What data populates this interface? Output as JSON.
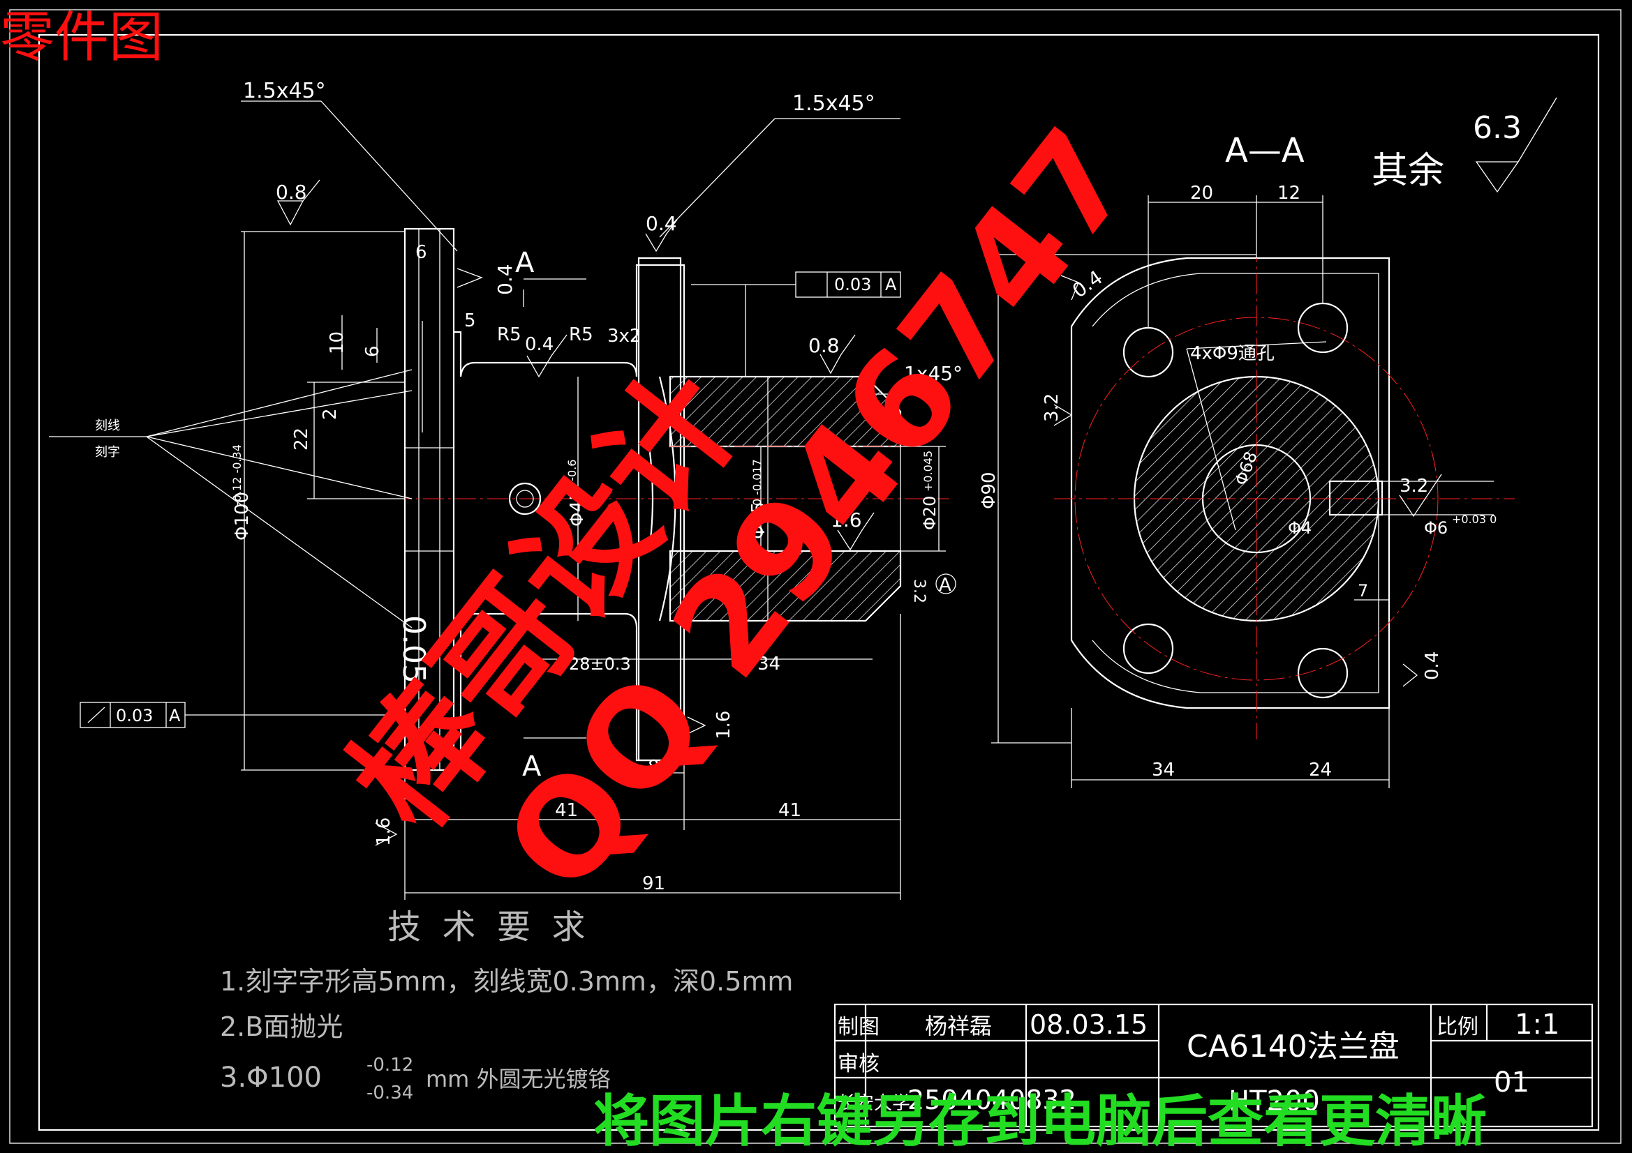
{
  "header": {
    "title": "零件图"
  },
  "colors": {
    "background": "#000000",
    "line": "#ffffff",
    "center_line": "#ff2020",
    "watermark": "#ff1010",
    "notice": "#22dd22"
  },
  "left_view": {
    "chamfer_top": "1.5x45°",
    "roughness_left": "0.8",
    "dim_6_top": "6",
    "roughness_0_4": "0.4",
    "section_mark": "A",
    "dim_5": "5",
    "radius_left": "R5",
    "roughness_mid": "0.4",
    "radius_right": "R5",
    "groove": "3x2",
    "dim_10": "10",
    "dim_6": "6",
    "dim_22": "22",
    "dim_2": "2",
    "engrave_line": "刻线",
    "engrave_text": "刻字",
    "dia_100": "Φ100",
    "dia_100_tol": "-0.12 -0.34",
    "engraved_number": "0.05",
    "runout_left": "0.03",
    "runout_datum": "A",
    "roughness_bottom": "1.6",
    "section_mark_bottom": "A"
  },
  "mid_view": {
    "chamfer": "1.5x45°",
    "roughness_top": "0.4",
    "runout": "0.03",
    "runout_datum": "A",
    "roughness_0_8": "0.8",
    "chamfer_1": "1x45°",
    "dia_45": "Φ45",
    "dia_45_tol": "0 -0.6",
    "dia_45_inner": "Φ45",
    "dia_45_inner_tol": "0 -0.017",
    "roughness_1_6": "1.6",
    "dia_20": "Φ20",
    "dia_20_tol": "+0.045",
    "dia_90": "Φ90",
    "roughness_3_2_side": "3.2",
    "datum_a": "A",
    "dim_28": "28±0.3",
    "dim_34": "34",
    "roughness_1_6_bottom": "1.6",
    "dim_8": "8",
    "dim_41_left": "41",
    "dim_41_right": "41",
    "dim_91": "91"
  },
  "right_view": {
    "section_label": "A—A",
    "rest_label": "其余",
    "rest_roughness": "6.3",
    "dim_20": "20",
    "dim_12": "12",
    "roughness_0_4": "0.4",
    "holes": "4xΦ9通孔",
    "roughness_3_2": "3.2",
    "dia_68": "Φ68",
    "dia_4": "Φ4",
    "roughness_3_2_right": "3.2",
    "dia_6": "Φ6",
    "dia_6_tol": "+0.03 0",
    "dim_7": "7",
    "roughness_0_4_right": "0.4",
    "dim_34": "34",
    "dim_24": "24"
  },
  "requirements": {
    "title": "技  术  要  求",
    "item1": "1.刻字字形高5mm，刻线宽0.3mm，深0.5mm",
    "item2": "2.B面抛光",
    "item3_pre": "3.Φ100",
    "item3_tol_top": "-0.12",
    "item3_tol_bot": "-0.34",
    "item3_post": "mm 外圆无光镀铬"
  },
  "title_block": {
    "drawn_label": "制图",
    "drawn_name": "杨祥磊",
    "date": "08.03.15",
    "part_name": "CA6140法兰盘",
    "scale_label": "比例",
    "scale": "1:1",
    "check_label": "审核",
    "number": "01",
    "school_label": "长安大学",
    "student_id": "2504040832",
    "material": "HT200"
  },
  "watermark": {
    "line1": "棒哥设计",
    "line2": "QQ 2946747"
  },
  "notice": "将图片右键另存到电脑后查看更清晰"
}
